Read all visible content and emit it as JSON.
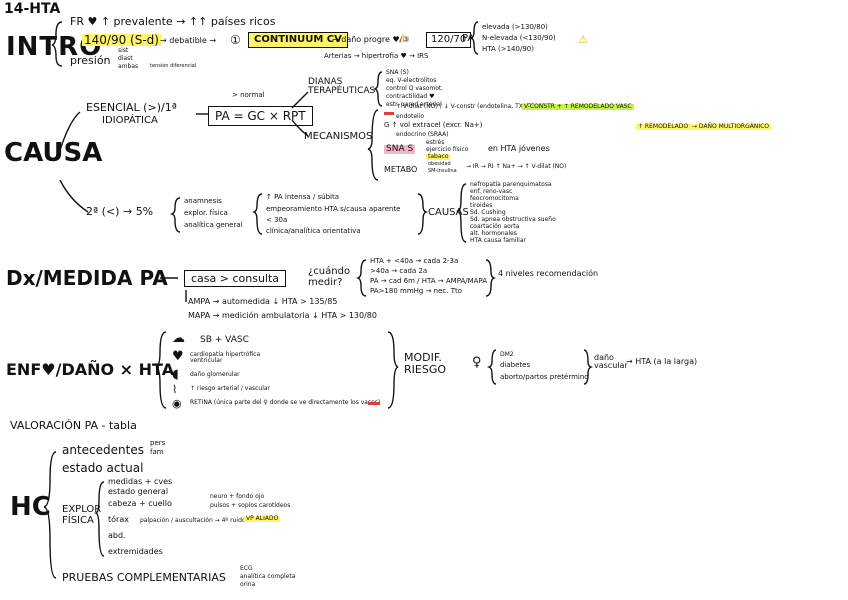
{
  "title": "14-HTA",
  "intro": {
    "heading": "INTRO",
    "line1": "FR ♥ ↑ prevalente → ↑↑ países ricos",
    "values": "140/90 (S-d)",
    "debatible": "→ debatible →",
    "circle1": "①",
    "continuum": "CONTINUUM CV",
    "dano": "→ daño progre ♥/③",
    "ratio": "120/70",
    "arterias": "Arterias → hipertrofia ♥ → IRS",
    "presion": "presión",
    "presion_items": [
      "sist",
      "diast",
      "ambas"
    ],
    "ambas_note": "tensión diferencial",
    "pa": "PA",
    "pa_items": [
      "elevada (>130/80)",
      "N-elevada (<130/90)",
      "HTA (>140/90)"
    ]
  },
  "causa": {
    "heading": "CAUSA",
    "esencial": "ESENCIAL (>)/1ª",
    "idiopatica": "IDIOPÁTICA",
    "normal_label": "> normal",
    "formula": "PA = GC × RPT",
    "dianas": "DIANAS TERAPÉUTICAS",
    "dianas_items": [
      "SNA (S)",
      "eq. V-electrolitos",
      "control Q vasomot.",
      "contractilidad ♥",
      "estr. pared arterial"
    ],
    "mecanismos": "MECANISMOS",
    "mech_g1": "↑ V-dilat (NO) / ↓ V-constr (endotelina, TX, TXA2)",
    "mech_vconstr": "V-CONSTR + ↑ REMODELADO VASC",
    "mech_endotelio": "endotelio",
    "mech_vol": "G ↑ vol extracel (excr. Na+)",
    "mech_endocrino": "endocrino (SRAA)",
    "mech_remodelado": "↑ REMODELADO",
    "mech_dano": "→ DAÑO MULTIORGÁNICO",
    "sna_s": "SNA S",
    "sna_items": [
      "estrés",
      "ejercicio físico",
      "tabaco"
    ],
    "jovenes": "en HTA jóvenes",
    "metabo": "METABO",
    "metabo_items": [
      "obesidad",
      "SM-insulina"
    ],
    "metabo_right": "→ IR → RI ↑ Na+ → ↑ V-dilat (NO)"
  },
  "secundaria": {
    "label": "2ª (<) → 5%",
    "anamnesis": [
      "anamnesis",
      "explor. física",
      "analítica general"
    ],
    "items": [
      "↑ PA intensa / súbita",
      "empeoramiento HTA s/causa aparente",
      "< 30a",
      "clínica/analítica orientativa"
    ],
    "causas": "CAUSAS",
    "causas_items": [
      "nefropatía parenquimatosa",
      "enf. reno-vasc",
      "feocromocitoma",
      "tiroides",
      "Sd. Cushing",
      "Sd. apnea obstructiva sueño",
      "coartación aorta",
      "alt. hormonales",
      "HTA causa familiar"
    ]
  },
  "dx": {
    "heading": "Dx/MEDIDA PA",
    "casa": "casa > consulta",
    "cuando": "¿cuándo medir?",
    "cuando_items": [
      "HTA + <40a → cada 2-3a",
      ">40a → cada 2a",
      "PA → cad 6m / HTA → AMPA/MAPA",
      "PA>180 mmHg → nec. Tto"
    ],
    "niveles": "4 niveles recomendación",
    "ampa": "AMPA → automedida ↓ HTA > 135/85",
    "mapa": "MAPA → medición ambulatoria ↓ HTA > 130/80"
  },
  "enf": {
    "heading": "ENF♥/DAÑO × HTA",
    "items": [
      "SB + VASC",
      "cardiopatía hipertrófica ventricular",
      "daño glomerular",
      "↑ riesgo arterial / vascular",
      "RETINA (única parte del ♀ donde se ve directamente los vasos)"
    ],
    "modif": "MODIF. RIESGO",
    "modif_items": [
      "DM2",
      "diabetes",
      "aborto/partos pretérmino"
    ],
    "dano_vascular": "daño vascular",
    "result": "→ HTA (a la larga)"
  },
  "valoracion": "VALORACIÓN PA - tabla",
  "hc": {
    "heading": "HC",
    "antecedentes": "antecedentes",
    "antecedentes_sub": [
      "pers",
      "fam"
    ],
    "estado": "estado actual",
    "explor": "EXPLOR FÍSICA",
    "explor_items": [
      "medidas + cves",
      "estado general",
      "cabeza + cuello",
      "tórax",
      "abd.",
      "extremidades"
    ],
    "cuello_sub": [
      "neuro + fondo ojo",
      "pulsos + soplos carotídeos"
    ],
    "torax_note": "palpación / auscultación → 4º ruido AUS",
    "vp": "VP ALIADO",
    "pruebas": "PRUEBAS COMPLEMENTARIAS",
    "pruebas_items": [
      "ECG",
      "analítica completa",
      "orina"
    ]
  }
}
